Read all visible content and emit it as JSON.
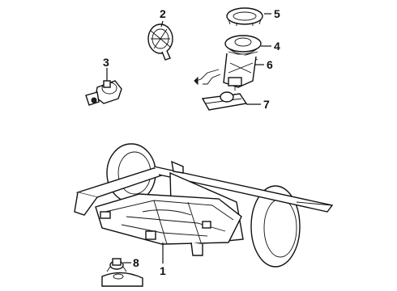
{
  "diagram": {
    "callouts": [
      {
        "id": "1",
        "text": "1"
      },
      {
        "id": "2",
        "text": "2"
      },
      {
        "id": "3",
        "text": "3"
      },
      {
        "id": "4",
        "text": "4"
      },
      {
        "id": "5",
        "text": "5"
      },
      {
        "id": "6",
        "text": "6"
      },
      {
        "id": "7",
        "text": "7"
      },
      {
        "id": "8",
        "text": "8"
      }
    ]
  }
}
